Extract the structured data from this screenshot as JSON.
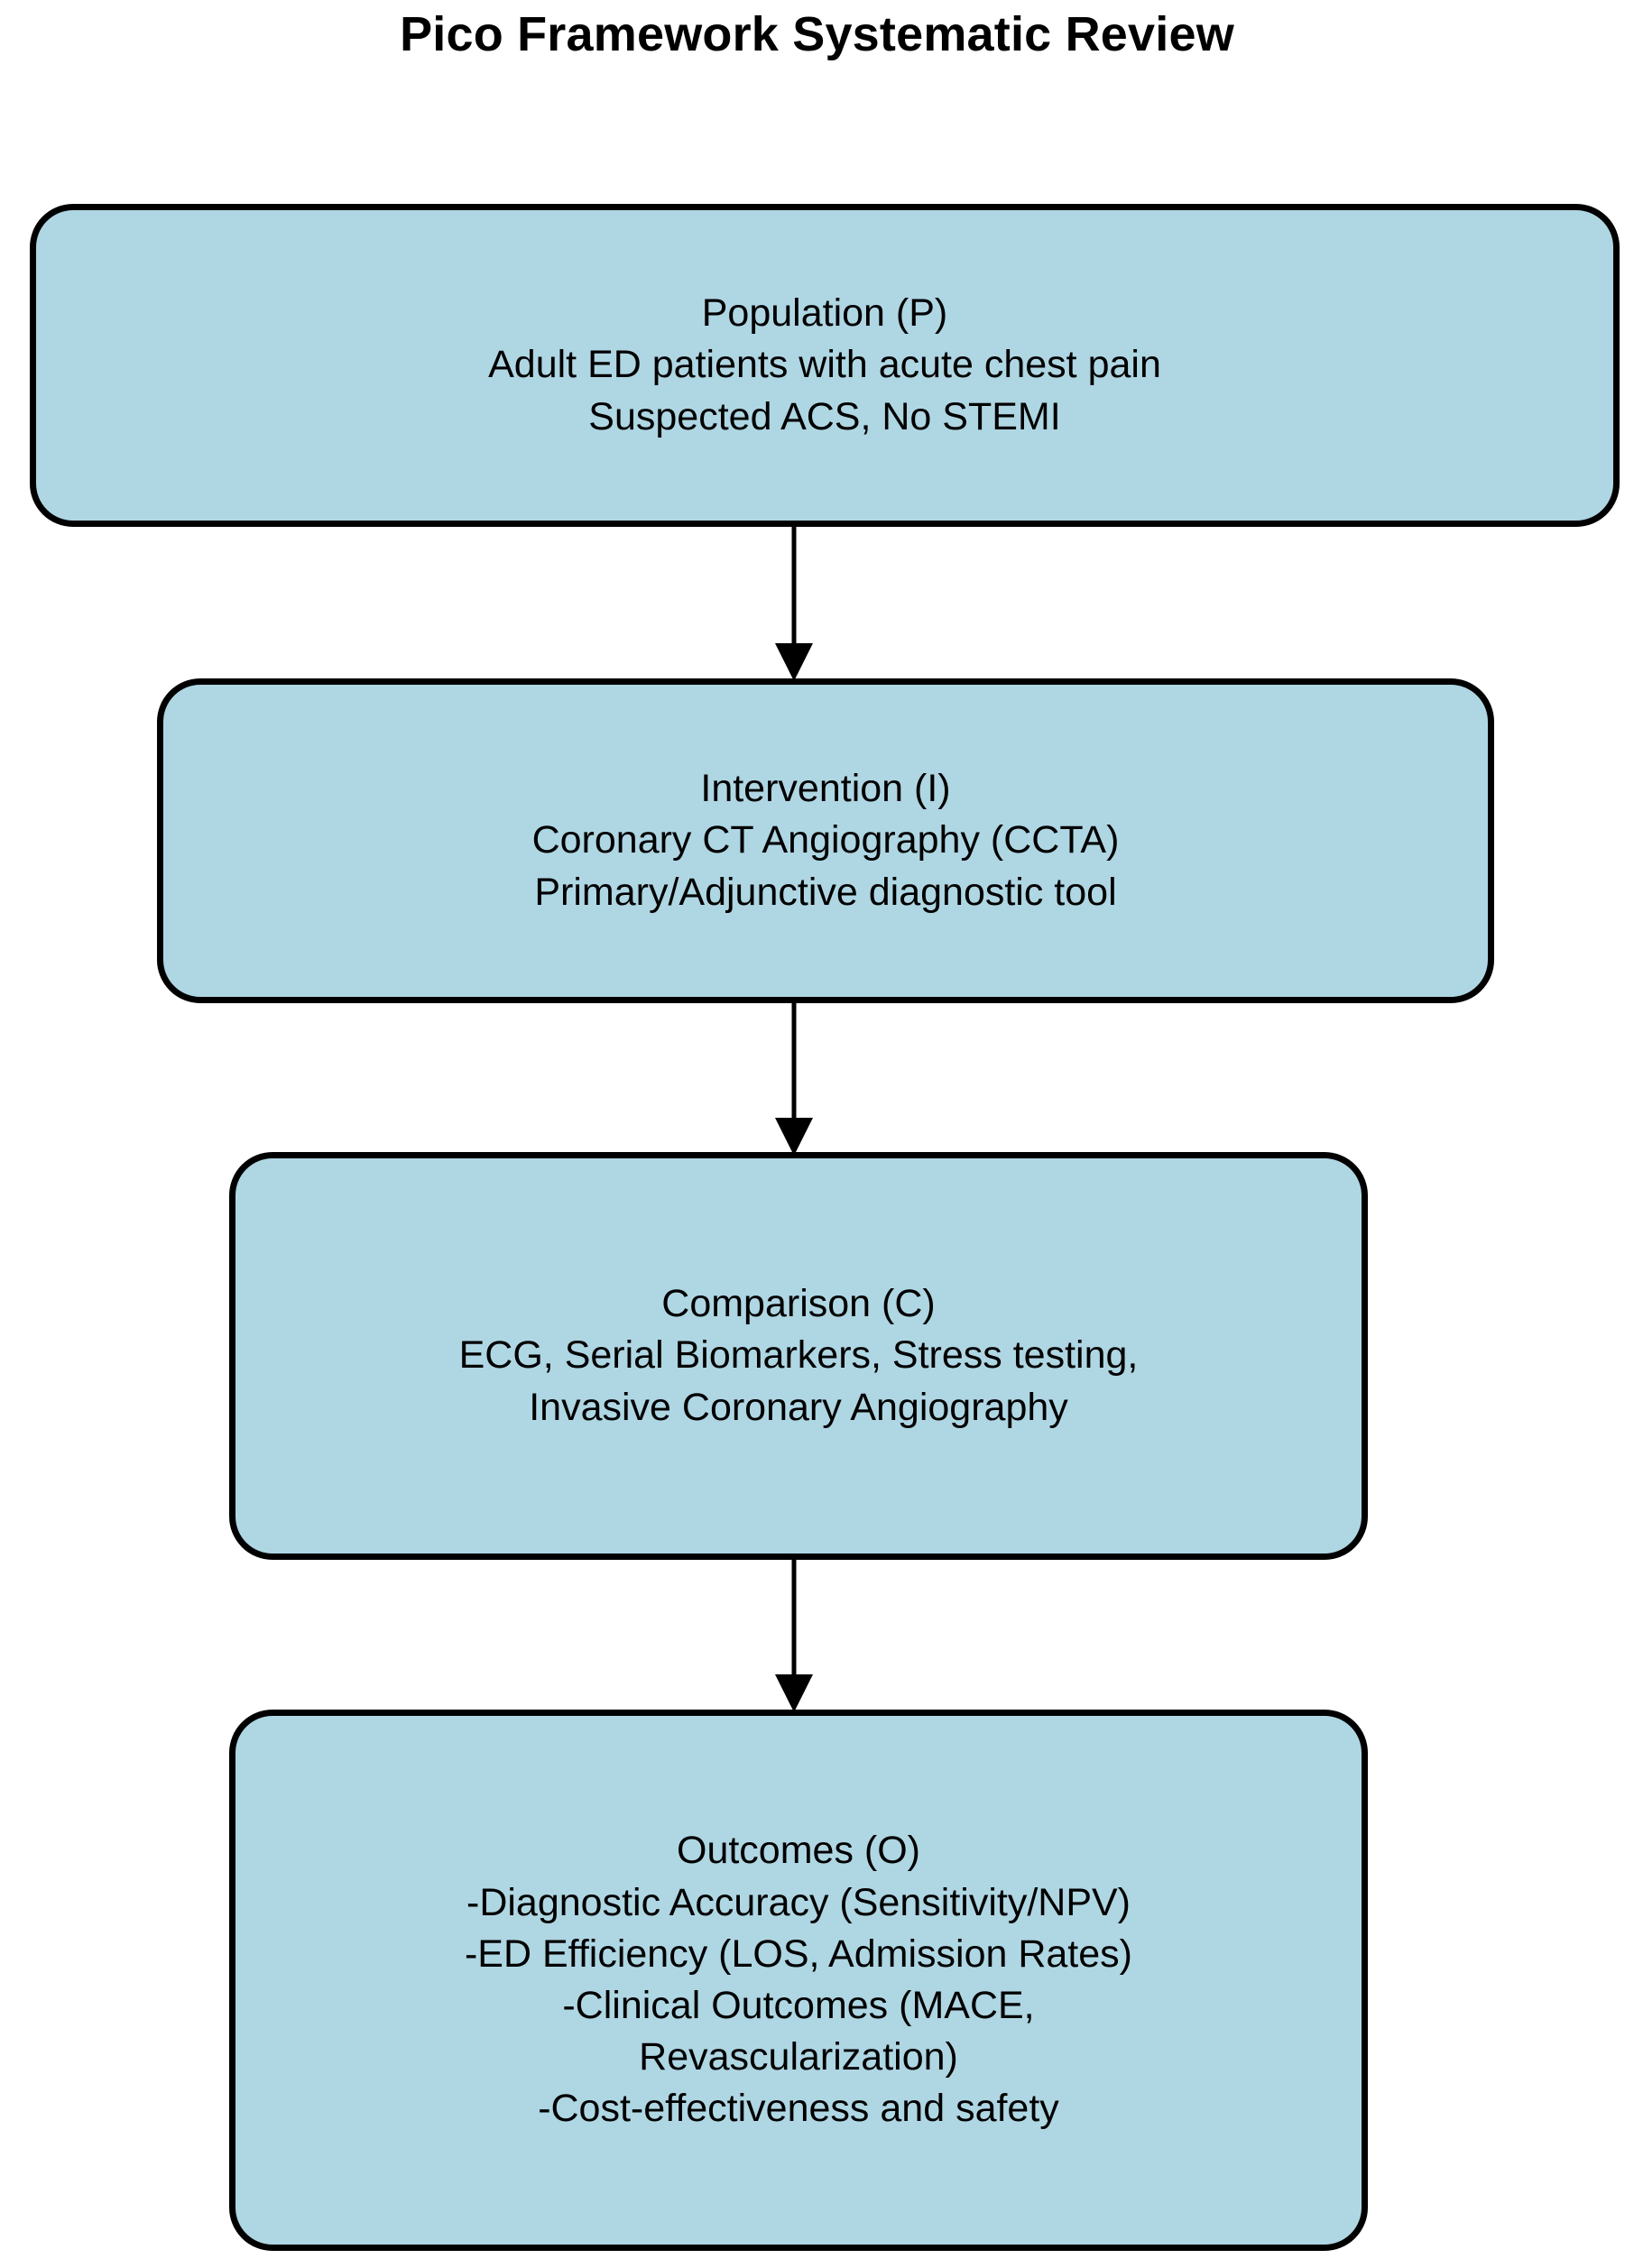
{
  "title": "Pico Framework Systematic Review",
  "colors": {
    "node_fill": "#AFD6E3",
    "node_border": "#000000",
    "text": "#000000",
    "background": "#FFFFFF",
    "connector": "#000000"
  },
  "chart_data": {
    "type": "diagram",
    "title": "Pico Framework Systematic Review",
    "layout": "vertical-flowchart",
    "nodes": [
      {
        "id": "population",
        "key": "P",
        "heading": "Population (P)",
        "lines": [
          "Population (P)",
          "Adult ED patients with acute chest pain",
          "Suspected ACS, No STEMI"
        ]
      },
      {
        "id": "intervention",
        "key": "I",
        "heading": "Intervention (I)",
        "lines": [
          "Intervention (I)",
          "Coronary CT Angiography (CCTA)",
          "Primary/Adjunctive diagnostic tool"
        ]
      },
      {
        "id": "comparison",
        "key": "C",
        "heading": "Comparison (C)",
        "lines": [
          "Comparison (C)",
          "ECG, Serial Biomarkers, Stress testing,",
          "Invasive Coronary Angiography"
        ]
      },
      {
        "id": "outcomes",
        "key": "O",
        "heading": "Outcomes (O)",
        "lines": [
          "Outcomes (O)",
          "-Diagnostic Accuracy (Sensitivity/NPV)",
          "-ED Efficiency (LOS, Admission Rates)",
          "-Clinical Outcomes (MACE,",
          "Revascularization)",
          "-Cost-effectiveness and safety"
        ]
      }
    ],
    "edges": [
      {
        "id": "p-i",
        "from": "population",
        "to": "intervention",
        "style": "solid-arrow-down"
      },
      {
        "id": "i-c",
        "from": "intervention",
        "to": "comparison",
        "style": "solid-arrow-down"
      },
      {
        "id": "c-o",
        "from": "comparison",
        "to": "outcomes",
        "style": "solid-arrow-down"
      }
    ]
  }
}
